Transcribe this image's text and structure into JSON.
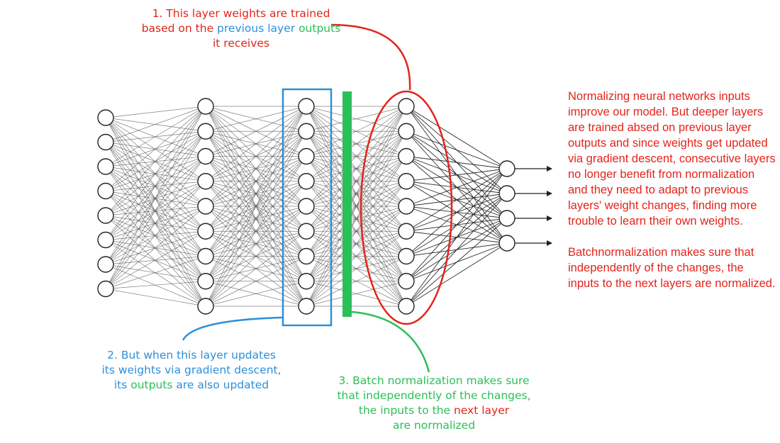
{
  "diagram": {
    "layers": [
      {
        "name": "input-layer",
        "neurons": 8
      },
      {
        "name": "hidden-layer-1",
        "neurons": 9
      },
      {
        "name": "hidden-layer-2",
        "neurons": 9
      },
      {
        "name": "hidden-layer-3",
        "neurons": 9
      },
      {
        "name": "output-layer",
        "neurons": 4
      }
    ],
    "colors": {
      "red": "#e3241b",
      "blue": "#2e8fd6",
      "green": "#2bbf57",
      "edge": "#555555",
      "neuron_stroke": "#222222"
    },
    "output_arrows": 4
  },
  "annotation1": {
    "line1": "1. This layer weights are trained",
    "line2_a": "based on the ",
    "line2_b": "previous layer",
    "line2_c": " outputs",
    "line3": "it receives"
  },
  "annotation2": {
    "line1": "2. But when this layer updates",
    "line2": "its weights via gradient descent,",
    "line3_a": "its ",
    "line3_b": "outputs",
    "line3_c": " are also updated"
  },
  "annotation3": {
    "line1": "3. Batch normalization makes sure",
    "line2": "that independently of the changes,",
    "line3_a": "the inputs to the ",
    "line3_b": "next layer",
    "line4": "are normalized"
  },
  "side_text": {
    "paragraph1": "Normalizing neural networks inputs improve our model. But deeper layers are trained absed on previous layer outputs and since weights get updated via gradient descent, consecutive layers no longer benefit from normalization and they need to adapt to previous layers' weight changes, finding more trouble to learn their own weights.",
    "paragraph2": "Batchnormalization makes sure that independently of the changes, the inputs to the next layers are normalized."
  }
}
